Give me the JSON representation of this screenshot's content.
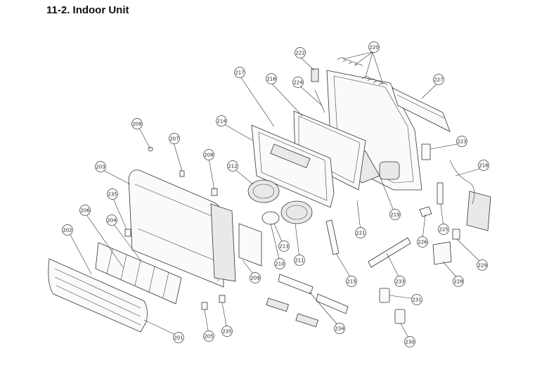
{
  "page_title": "11-2. Indoor Unit",
  "callouts": [
    "222",
    "220",
    "217",
    "218",
    "224",
    "227",
    "208",
    "207",
    "214",
    "223",
    "216",
    "203",
    "208",
    "212",
    "235",
    "206",
    "204",
    "202",
    "221",
    "219",
    "226",
    "225",
    "213",
    "211",
    "210",
    "229",
    "209",
    "215",
    "233",
    "228",
    "231",
    "234",
    "201",
    "205",
    "235",
    "230"
  ]
}
